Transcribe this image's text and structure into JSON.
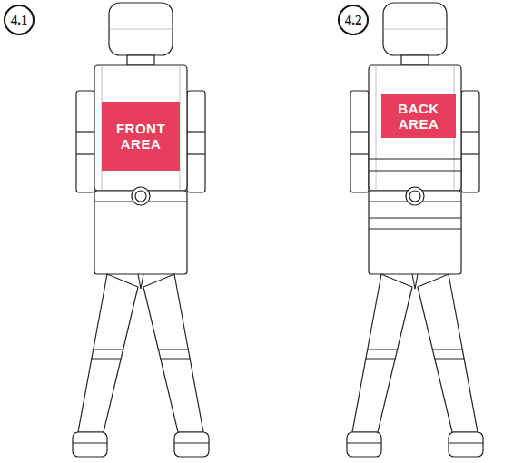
{
  "diagram": {
    "nodes": [
      {
        "text": [
          "4.1"
        ]
      },
      {
        "text": [
          "FRONT AREA"
        ]
      },
      {
        "text": [
          "4.2"
        ]
      },
      {
        "text": [
          "BACK AREA"
        ]
      }
    ]
  }
}
